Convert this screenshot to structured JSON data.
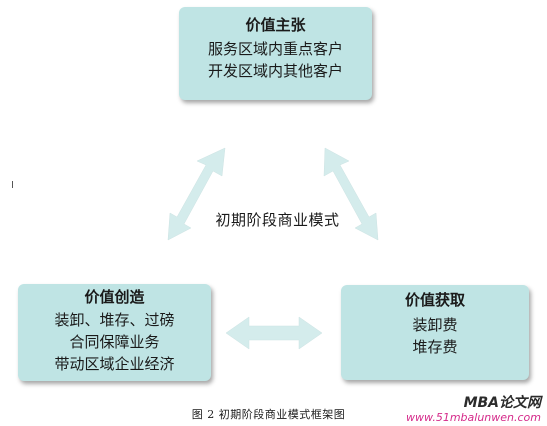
{
  "nodes": {
    "top": {
      "title": "价值主张",
      "lines": [
        "服务区域内重点客户",
        "开发区域内其他客户"
      ]
    },
    "left": {
      "title": "价值创造",
      "lines": [
        "装卸、堆存、过磅",
        "合同保障业务",
        "带动区域企业经济"
      ]
    },
    "right": {
      "title": "价值获取",
      "lines": [
        "装卸费",
        "堆存费"
      ]
    }
  },
  "center_label": "初期阶段商业模式",
  "caption": "图 2    初期阶段商业模式框架图",
  "watermark": {
    "title": "MBA论文网",
    "url": "www.51mbalunwen.com"
  },
  "colors": {
    "box_fill": "#bfe4e4",
    "arrow_fill": "#d4ecec",
    "watermark_url": "#d52a8a"
  }
}
